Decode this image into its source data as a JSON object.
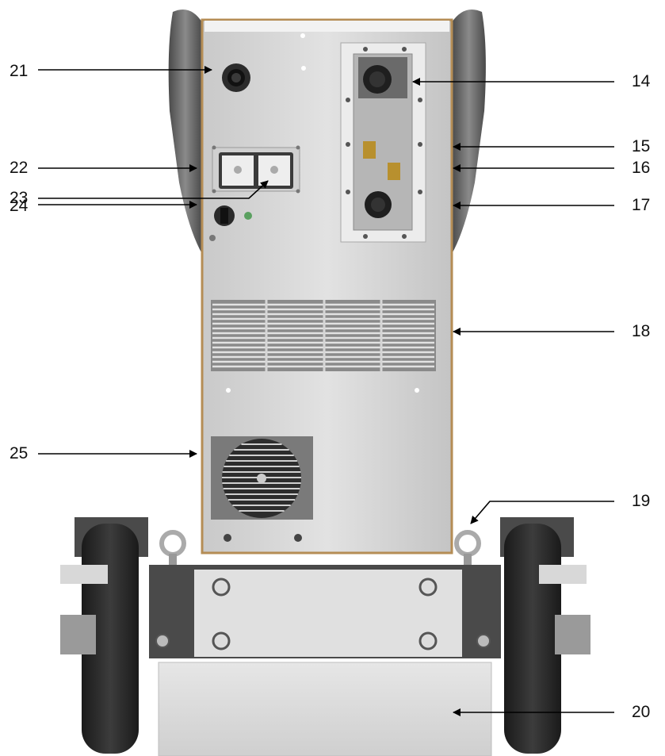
{
  "callouts": [
    {
      "id": "14",
      "label": "14"
    },
    {
      "id": "15",
      "label": "15"
    },
    {
      "id": "16",
      "label": "16"
    },
    {
      "id": "17",
      "label": "17"
    },
    {
      "id": "18",
      "label": "18"
    },
    {
      "id": "19",
      "label": "19"
    },
    {
      "id": "20",
      "label": "20"
    },
    {
      "id": "21",
      "label": "21"
    },
    {
      "id": "22",
      "label": "22"
    },
    {
      "id": "23",
      "label": "23"
    },
    {
      "id": "24",
      "label": "24"
    },
    {
      "id": "25",
      "label": "25"
    }
  ],
  "colors": {
    "panel": "#d9d9d9",
    "panel_edge": "#c0a070",
    "handle": "#6e6e6e",
    "tyre": "#2a2a2a",
    "metal": "#cfcfcf",
    "brass": "#b8902e",
    "arrow": "#000000"
  }
}
